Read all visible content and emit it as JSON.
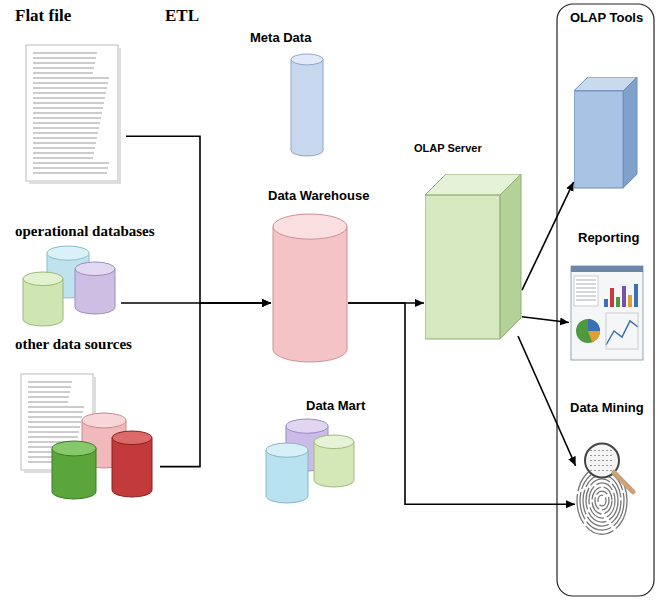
{
  "diagram": {
    "nodes": [
      {
        "text": [
          "Flat file"
        ]
      },
      {
        "text": [
          "operational databases"
        ]
      },
      {
        "text": [
          "other data sources"
        ]
      },
      {
        "text": [
          "Meta Data"
        ]
      },
      {
        "text": [
          "Data Warehouse"
        ]
      },
      {
        "text": [
          "Data Mart"
        ]
      },
      {
        "text": [
          "OLAP Server"
        ]
      },
      {
        "text": [
          "OLAP Tools"
        ]
      },
      {
        "text": [
          "Reporting"
        ]
      },
      {
        "text": [
          "Data Mining"
        ]
      }
    ],
    "edges": [
      {
        "from": 0,
        "to": 4,
        "arrow": "to"
      },
      {
        "from": 1,
        "to": 4,
        "arrow": "to"
      },
      {
        "from": 2,
        "to": 4,
        "arrow": "to"
      },
      {
        "from": 4,
        "to": 6,
        "arrow": "to"
      },
      {
        "from": 6,
        "to": 7,
        "arrow": "to"
      },
      {
        "from": 6,
        "to": 8,
        "arrow": "to"
      },
      {
        "from": 6,
        "to": 9,
        "arrow": "to"
      },
      {
        "from": 4,
        "to": 9,
        "arrow": "to"
      }
    ],
    "labels": [
      "ETL"
    ]
  }
}
